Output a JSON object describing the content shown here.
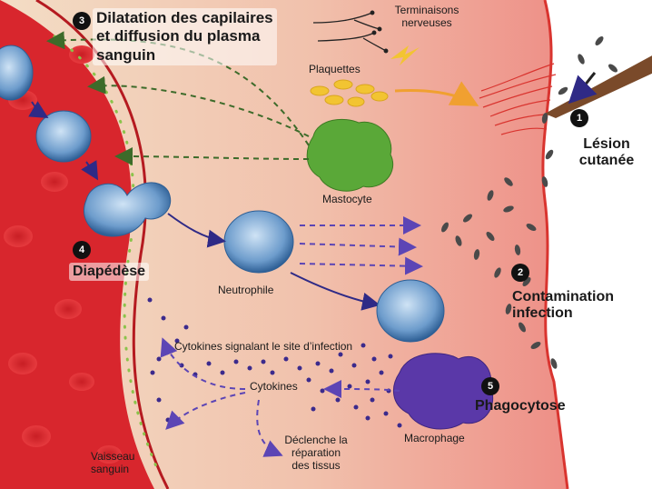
{
  "colors": {
    "vessel": "#d8262d",
    "tissue_left": "#f3ddc5",
    "tissue_right": "#ee8e86",
    "arrow_blue": "#2f2a86",
    "dash_green": "#3d6b2a",
    "dash_purple": "#5c45b5",
    "cytokine": "#3b2a8c",
    "mastocyte": "#5aa838",
    "macrophage": "#5a38a8",
    "platelet": "#f2c432",
    "pathogen": "#4a4a4a"
  },
  "steps": [
    {
      "num": "1",
      "title_line1": "Lésion",
      "title_line2": "cutanée"
    },
    {
      "num": "2",
      "title_line1": "Contamination",
      "title_line2": "infection"
    },
    {
      "num": "3",
      "title_line1": "Dilatation des capilaires",
      "title_line2": "et diffusion du plasma",
      "title_line3": "sanguin"
    },
    {
      "num": "4",
      "title_line1": "Diapédèse"
    },
    {
      "num": "5",
      "title_line1": "Phagocytose"
    }
  ],
  "labels": {
    "nerves_line1": "Terminaisons",
    "nerves_line2": "nerveuses",
    "platelets": "Plaquettes",
    "mastocyte": "Mastocyte",
    "neutrophile": "Neutrophile",
    "cytokines_signal": "Cytokines signalant le site d’infection",
    "cytokines": "Cytokines",
    "macrophage": "Macrophage",
    "repair_line1": "Déclenche la",
    "repair_line2": "réparation",
    "repair_line3": "des tissus",
    "vessel_line1": "Vaisseau",
    "vessel_line2": "sanguin"
  }
}
